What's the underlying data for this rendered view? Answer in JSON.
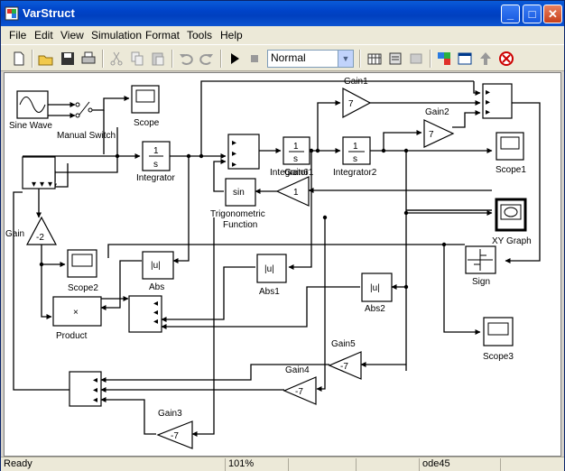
{
  "window": {
    "title": "VarStruct"
  },
  "menu": [
    "File",
    "Edit",
    "View",
    "Simulation",
    "Format",
    "Tools",
    "Help"
  ],
  "toolbar": {
    "icons": [
      "new-icon",
      "open-icon",
      "save-icon",
      "print-icon",
      "cut-icon",
      "copy-icon",
      "paste-icon",
      "undo-icon",
      "redo-icon",
      "play-icon",
      "stop-icon",
      "build-icon",
      "library-icon",
      "debug-icon",
      "model-browser-icon",
      "parent-icon",
      "settings-icon"
    ],
    "mode": "Normal"
  },
  "blocks": {
    "sine_wave": "Sine Wave",
    "manual_switch": "Manual Switch",
    "scope": "Scope",
    "integrator": "Integrator",
    "integrator_symbol_num": "1",
    "integrator_symbol_den": "s",
    "integrator1": "Integrator1",
    "integrator2": "Integrator2",
    "gain1": "Gain1",
    "gain1_value": "7",
    "gain2": "Gain2",
    "gain2_value": "7",
    "gain6": "Gain6",
    "gain6_value": "1",
    "trig": "Trigonometric",
    "trig2": "Function",
    "trig_value": "sin",
    "scope1": "Scope1",
    "xy_graph": "XY Graph",
    "gain": "Gain",
    "gain_value": "-2",
    "scope2": "Scope2",
    "abs": "Abs",
    "abs_value": "|u|",
    "abs1": "Abs1",
    "abs1_value": "|u|",
    "abs2": "Abs2",
    "abs2_value": "|u|",
    "sign": "Sign",
    "product": "Product",
    "product_value": "×",
    "scope3": "Scope3",
    "gain5": "Gain5",
    "gain5_value": "-7",
    "gain4": "Gain4",
    "gain4_value": "-7",
    "gain3": "Gain3",
    "gain3_value": "-7"
  },
  "status": {
    "state": "Ready",
    "zoom": "101%",
    "solver": "ode45"
  }
}
